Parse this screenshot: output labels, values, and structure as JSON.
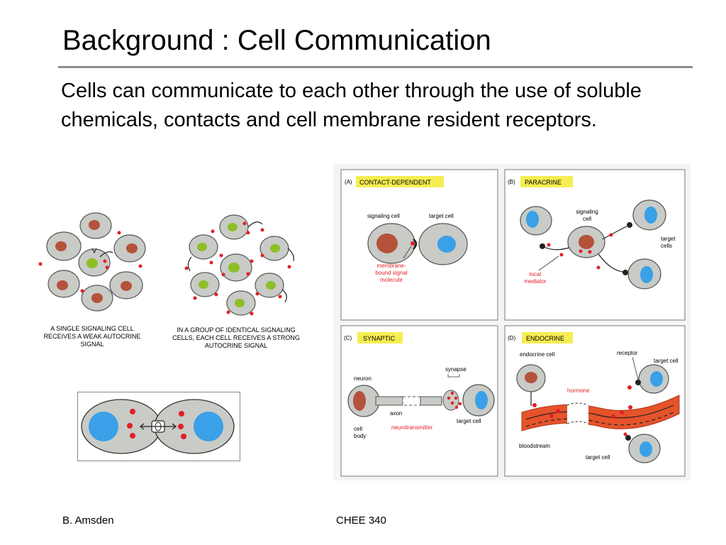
{
  "slide": {
    "title": "Background :  Cell Communication",
    "body": "Cells can communicate to each other through the use of soluble chemicals, contacts and cell membrane resident receptors."
  },
  "figure_left": {
    "caption_single": [
      "A SINGLE SIGNALING CELL",
      "RECEIVES A WEAK AUTOCRINE",
      "SIGNAL"
    ],
    "caption_group": [
      "IN A GROUP OF IDENTICAL SIGNALING",
      "CELLS, EACH CELL RECEIVES A STRONG",
      "AUTOCRINE SIGNAL"
    ]
  },
  "panels": {
    "a": {
      "letter": "(A)",
      "title": "CONTACT-DEPENDENT",
      "signaling_cell": "signaling cell",
      "target_cell": "target cell",
      "molecule": [
        "membrane-",
        "bound signal",
        "molecule"
      ]
    },
    "b": {
      "letter": "(B)",
      "title": "PARACRINE",
      "signaling_cell": [
        "signaling",
        "cell"
      ],
      "target_cells": [
        "target",
        "cells"
      ],
      "mediator": [
        "local",
        "mediator"
      ]
    },
    "c": {
      "letter": "(C)",
      "title": "SYNAPTIC",
      "neuron": "neuron",
      "synapse": "synapse",
      "axon": "axon",
      "cell_body": [
        "cell",
        "body"
      ],
      "neurotransmitter": "neurotransmitter",
      "target_cell": "target cell"
    },
    "d": {
      "letter": "(D)",
      "title": "ENDOCRINE",
      "endocrine_cell": "endocrine cell",
      "receptor": "receptor",
      "target_cell_top": "target cell",
      "hormone": "hormone",
      "bloodstream": "bloodstream",
      "target_cell_bottom": "target cell"
    }
  },
  "footer": {
    "author": "B. Amsden",
    "course": "CHEE 340"
  },
  "colors": {
    "cell_fill": "#c8cbc6",
    "nucleus_red": "#b5523b",
    "nucleus_green": "#8cbf26",
    "nucleus_blue": "#3aa0e8",
    "signal_red": "#e21f26",
    "label_yellow": "#f6ee51",
    "blood": "#e5532b"
  }
}
